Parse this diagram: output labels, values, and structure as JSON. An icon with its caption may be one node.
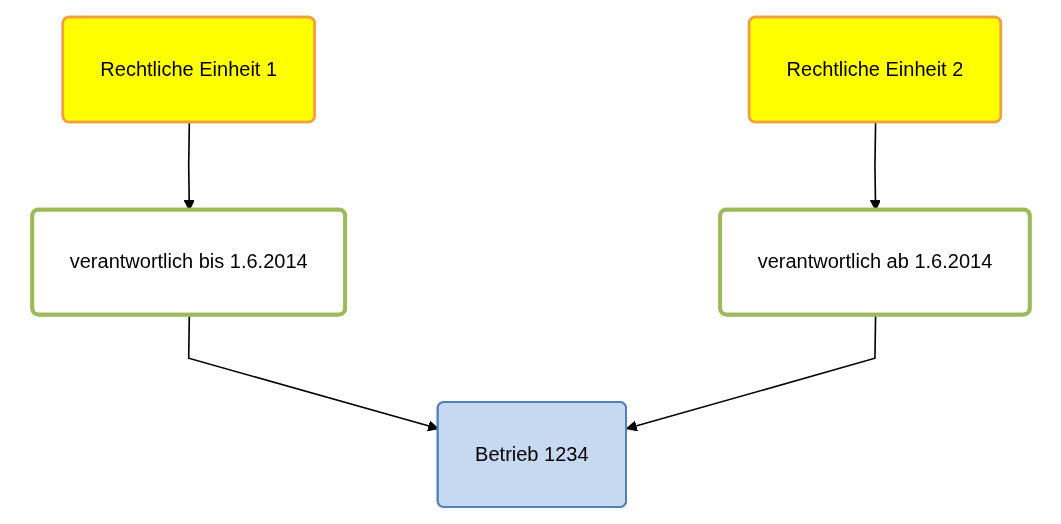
{
  "diagram": {
    "nodes": [
      {
        "text": [
          "Rechtliche Einheit 1"
        ]
      },
      {
        "text": [
          "Rechtliche Einheit 2"
        ]
      },
      {
        "text": [
          "verantwortlich bis 1.6.2014"
        ]
      },
      {
        "text": [
          "verantwortlich ab 1.6.2014"
        ]
      },
      {
        "text": [
          "Betrieb 1234"
        ]
      }
    ],
    "edges": [
      {
        "from": 0,
        "to": 2,
        "arrow": "to"
      },
      {
        "from": 1,
        "to": 3,
        "arrow": "to"
      },
      {
        "from": 2,
        "to": 4,
        "arrow": "to"
      },
      {
        "from": 3,
        "to": 4,
        "arrow": "to"
      }
    ]
  }
}
